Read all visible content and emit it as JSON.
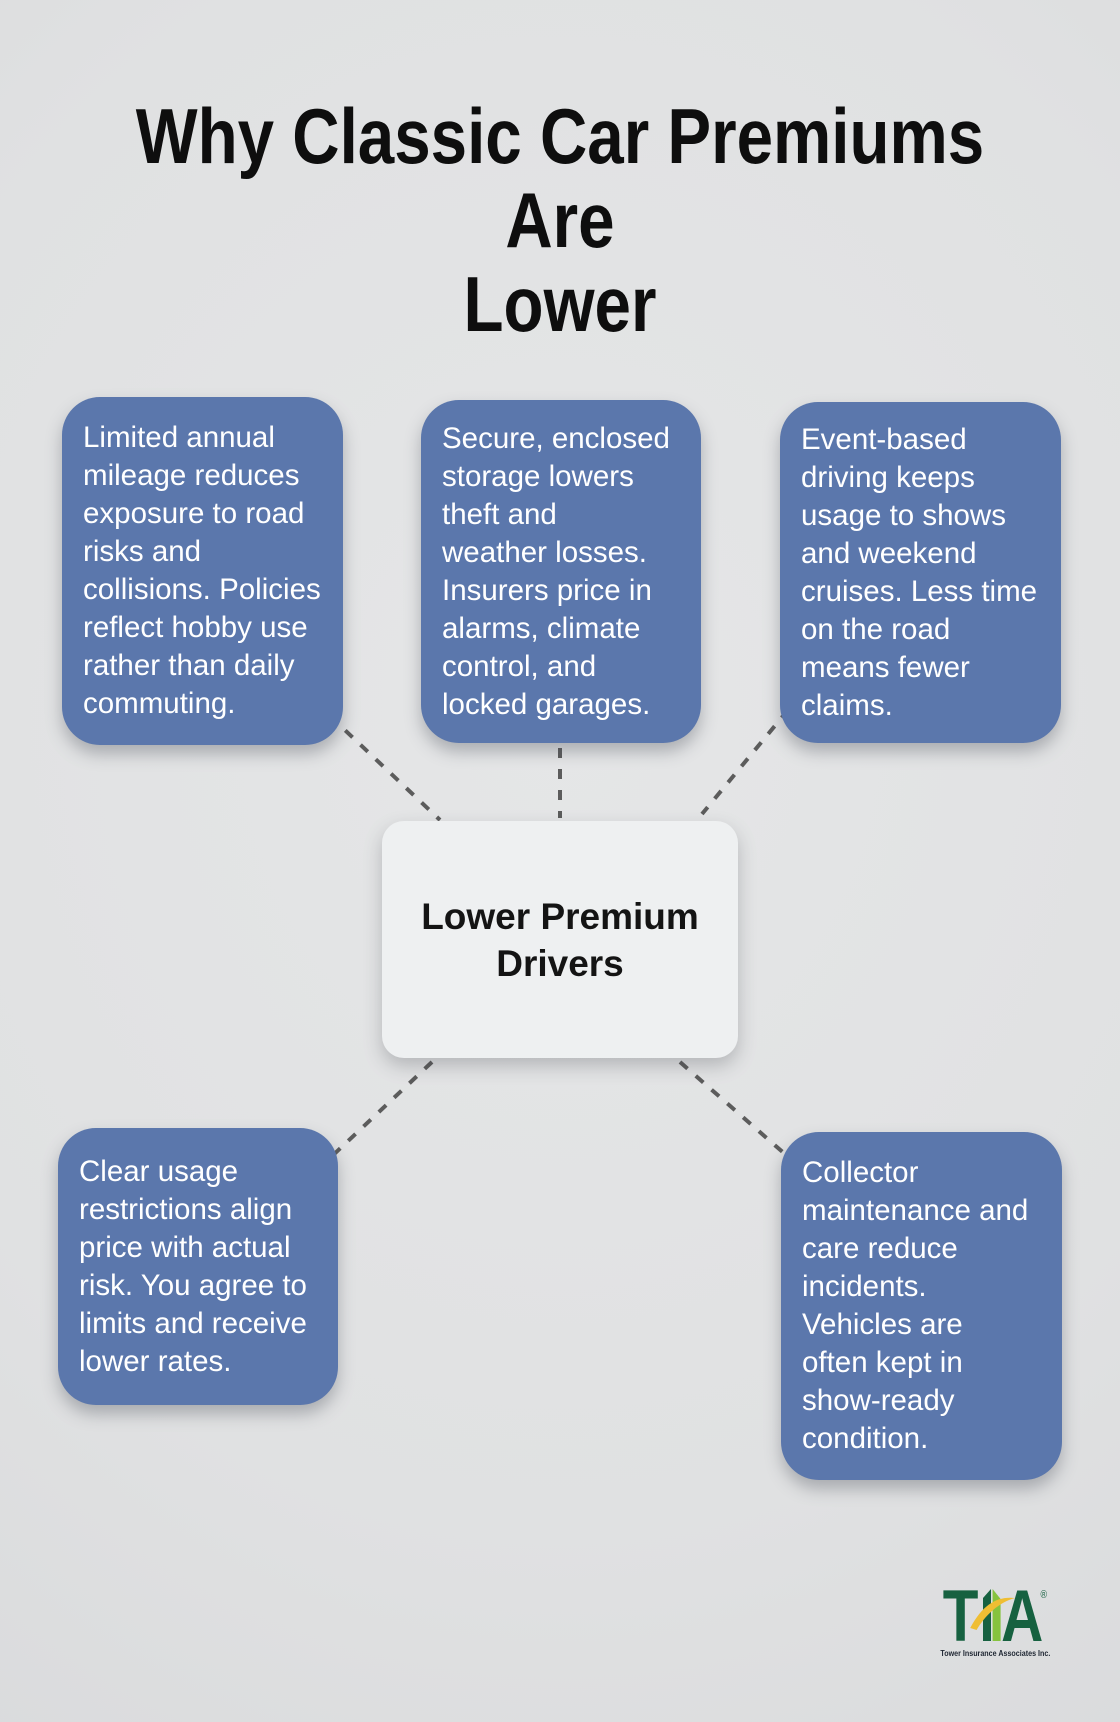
{
  "page": {
    "title": "Why Classic Car Premiums Are\nLower",
    "background_color": "#e0e1e2",
    "title_color": "#0e0e0e"
  },
  "diagram": {
    "center": {
      "label": "Lower Premium\nDrivers",
      "bg_color": "#eef0f1",
      "text_color": "#141414"
    },
    "node_bg_color": "#5b77ac",
    "node_text_color": "#ffffff",
    "connector_color": "#5c5c5c",
    "nodes": [
      {
        "position": "top-left",
        "text": "Limited annual\nmileage reduces\nexposure to road\nrisks and\ncollisions. Policies\nreflect hobby use\nrather than daily\ncommuting."
      },
      {
        "position": "top-center",
        "text": "Secure, enclosed\nstorage lowers\ntheft and\nweather losses.\nInsurers price in\nalarms, climate\ncontrol, and\nlocked garages."
      },
      {
        "position": "top-right",
        "text": "Event-based\ndriving keeps\nusage to shows\nand weekend\ncruises. Less time\non the road\nmeans fewer\nclaims."
      },
      {
        "position": "bottom-left",
        "text": "Clear usage\nrestrictions align\nprice with actual\nrisk. You agree to\nlimits and receive\nlower rates."
      },
      {
        "position": "bottom-right",
        "text": "Collector\nmaintenance and\ncare reduce\nincidents.\nVehicles are\noften kept in\nshow-ready\ncondition."
      }
    ]
  },
  "footer": {
    "logo": {
      "letter_t": "T",
      "letter_a": "A",
      "registered": "®",
      "tagline": "Tower Insurance Associates Inc.",
      "dark_green": "#166140",
      "light_green": "#86c33e",
      "gold": "#efbe33"
    }
  }
}
